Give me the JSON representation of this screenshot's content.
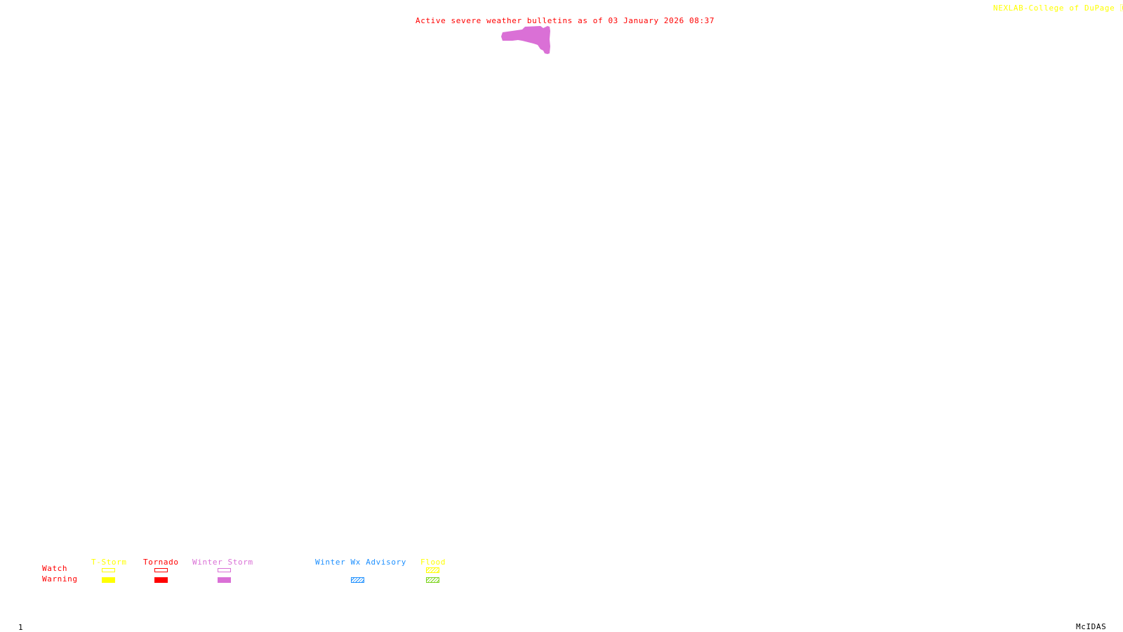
{
  "header": {
    "title": "Active severe weather bulletins as of 03 January 2026 08:37",
    "credit": "NEXLAB-College of DuPage",
    "credit_icon": "r-logo-icon"
  },
  "colors": {
    "title": "#ff0000",
    "credit": "#ffff00",
    "tstorm": "#ffff00",
    "tornado": "#ff0000",
    "winter_storm": "#da70d6",
    "winter_wx_advisory": "#1e90ff",
    "flood_watch": "#ffff00",
    "flood_warning": "#7cd31c"
  },
  "map": {
    "bulletins": [
      {
        "type": "Winter Storm Warning",
        "color": "#da70d6"
      }
    ]
  },
  "legend": {
    "row_labels": {
      "watch": "Watch",
      "warning": "Warning"
    },
    "columns": [
      {
        "label": "T-Storm",
        "watch": "outline",
        "warning": "solid"
      },
      {
        "label": "Tornado",
        "watch": "outline",
        "warning": "solid"
      },
      {
        "label": "Winter Storm",
        "watch": "outline",
        "warning": "solid"
      },
      {
        "label": "Winter Wx Advisory",
        "watch": "none",
        "warning": "hatched"
      },
      {
        "label": "Flood",
        "watch": "hatched",
        "warning": "hatched"
      }
    ]
  },
  "footer": {
    "frame_number": "1",
    "software": "McIDAS"
  }
}
